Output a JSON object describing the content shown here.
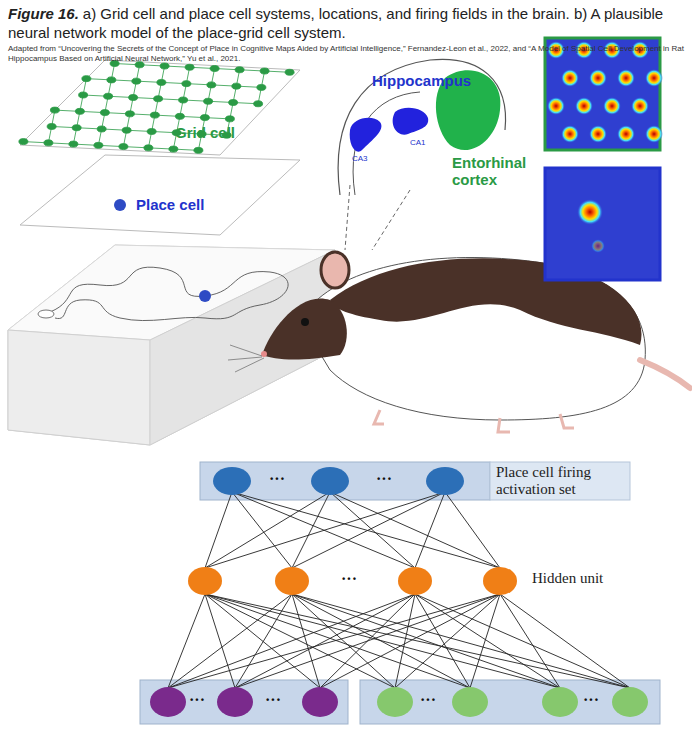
{
  "diagram": {
    "title": "Figure 16.",
    "caption": "a) Grid cell and place cell systems, locations, and firing fields in the brain. b) A plausible neural network model of the place-grid cell system.",
    "nodes": [
      {
        "text": [
          "Place cell firing activation set"
        ]
      }
    ],
    "labels": [
      "Adapted from “Uncovering the Secrets of the Concept of Place in Cognitive Maps Aided by Artificial Intelligence,” Fernandez-Leon et al., 2022, and “A Model of Spatial Cell Development in Rat Hippocampus Based on Artificial Neural Network,” Yu et al., 2021.",
      "Grid cell",
      "Place cell",
      "Hippocampus",
      "CA3",
      "CA1",
      "Entorhinal cortex",
      "···",
      "···",
      "···",
      "Hidden unit",
      "···",
      "···",
      "···",
      "···"
    ]
  }
}
